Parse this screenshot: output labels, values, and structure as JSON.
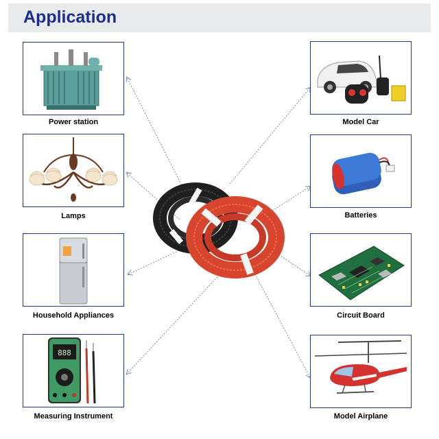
{
  "header": {
    "title": "Application"
  },
  "colors": {
    "title": "#1c2f8c",
    "card_border": "#24368e",
    "header_bg": "#e9eaec",
    "connector": "#7f8aa8"
  },
  "items": [
    {
      "label": "Power station",
      "icon": "transformer-icon"
    },
    {
      "label": "Lamps",
      "icon": "chandelier-icon"
    },
    {
      "label": "Household Appliances",
      "icon": "refrigerator-icon"
    },
    {
      "label": "Measuring Instrument",
      "icon": "multimeter-icon"
    },
    {
      "label": "Model Car",
      "icon": "rc-car-icon"
    },
    {
      "label": "Batteries",
      "icon": "battery-pack-icon"
    },
    {
      "label": "Circuit Board",
      "icon": "circuit-board-icon"
    },
    {
      "label": "Model Airplane",
      "icon": "rc-helicopter-icon"
    }
  ],
  "center_image": {
    "icon": "wire-coils-icon",
    "colors": [
      "black",
      "red"
    ]
  }
}
